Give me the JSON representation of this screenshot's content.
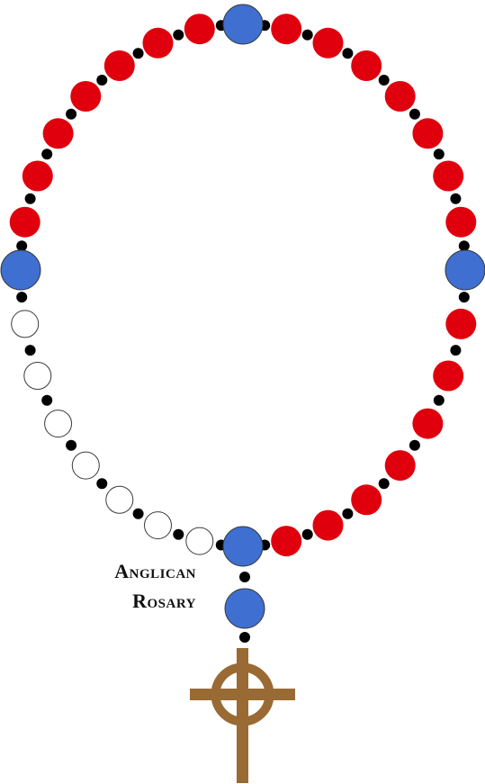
{
  "title": {
    "line1": "Anglican",
    "line2": "Rosary"
  },
  "colors": {
    "cruciform": "#e0000d",
    "invitatory": "#3e6fd1",
    "week": "#ffffff",
    "spacer": "#000000",
    "cross": "#9a6a34",
    "outline": "#3a3a3a"
  },
  "beads": {
    "cruciform_count": 4,
    "weeks": [
      {
        "name": "week-top-left",
        "color": "cruciform",
        "count": 7
      },
      {
        "name": "week-top-right",
        "color": "cruciform",
        "count": 7
      },
      {
        "name": "week-bottom-right",
        "color": "cruciform",
        "count": 7
      },
      {
        "name": "week-bottom-left",
        "color": "week",
        "count": 7
      }
    ],
    "invitatory_count": 1
  },
  "cross": {
    "style": "celtic",
    "icon": "celtic-cross-icon"
  }
}
